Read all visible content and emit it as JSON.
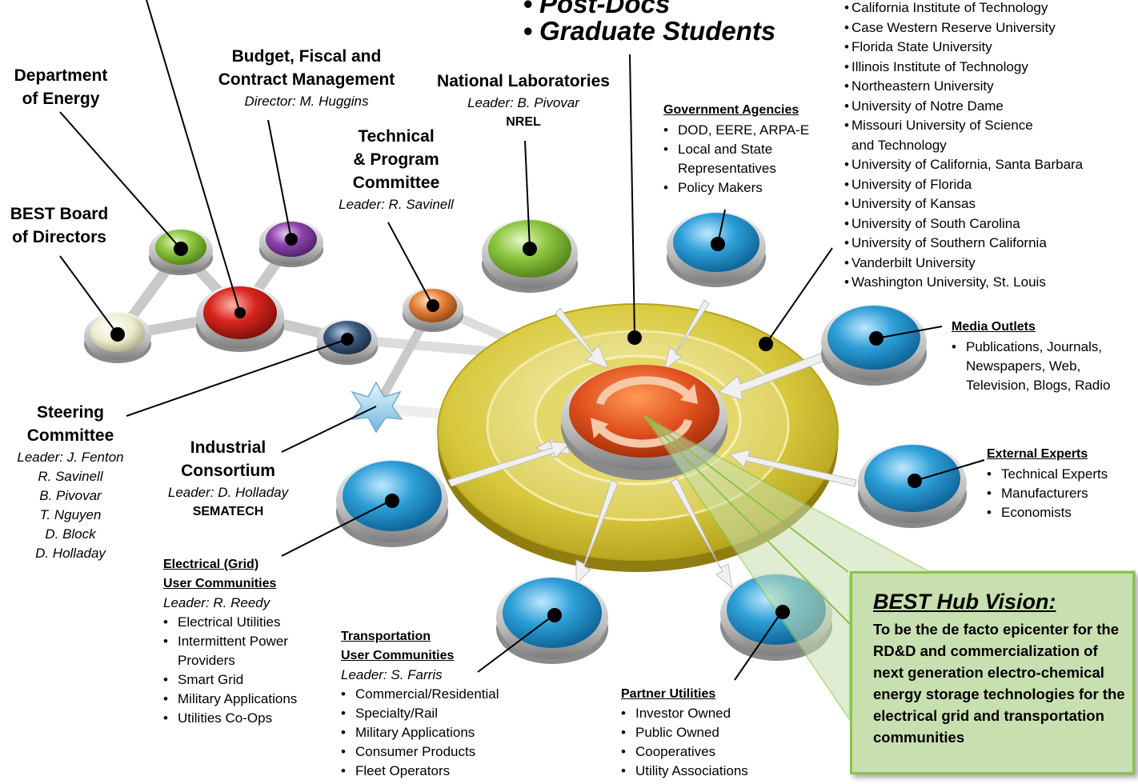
{
  "top_items": [
    "Post-Docs",
    "Graduate Students"
  ],
  "department": [
    "Department",
    "of Energy"
  ],
  "budget": {
    "title": [
      "Budget, Fiscal and",
      "Contract Management"
    ],
    "director": "Director: M. Huggins"
  },
  "national_labs": {
    "title": "National Laboratories",
    "leader": "Leader: B. Pivovar",
    "org": "NREL"
  },
  "technical": {
    "title": [
      "Technical",
      "& Program",
      "Committee"
    ],
    "leader": "Leader: R. Savinell"
  },
  "board": [
    "BEST Board",
    "of Directors"
  ],
  "steering": {
    "title": [
      "Steering",
      "Committee"
    ],
    "leaders": [
      "Leader: J. Fenton",
      "R. Savinell",
      "B. Pivovar",
      "T. Nguyen",
      "D. Block",
      "D. Holladay"
    ]
  },
  "industrial": {
    "title": [
      "Industrial",
      "Consortium"
    ],
    "leader": "Leader: D. Holladay",
    "org": "SEMATECH"
  },
  "electrical": {
    "title": [
      "Electrical (Grid)",
      "User Communities"
    ],
    "leader": "Leader: R. Reedy",
    "items": [
      "Electrical Utilities",
      "Intermittent Power",
      "Providers",
      "Smart Grid",
      "Military Applications",
      "Utilities Co-Ops"
    ]
  },
  "transportation": {
    "title": [
      "Transportation",
      "User Communities"
    ],
    "leader": "Leader: S. Farris",
    "items": [
      "Commercial/Residential",
      "Specialty/Rail",
      "Military Applications",
      "Consumer Products",
      "Fleet Operators"
    ]
  },
  "partner": {
    "title": "Partner Utilities",
    "items": [
      "Investor Owned",
      "Public Owned",
      "Cooperatives",
      "Utility Associations"
    ]
  },
  "government": {
    "title": "Government Agencies",
    "items": [
      "DOD,  EERE, ARPA-E",
      "Local and State",
      "Representatives",
      "Policy Makers"
    ]
  },
  "universities": [
    "California Institute of Technology",
    "Case Western Reserve University",
    "Florida State University",
    "Illinois Institute of Technology",
    "Northeastern University",
    "University of Notre Dame",
    "Missouri University of Science",
    "and Technology",
    "University of California, Santa Barbara",
    "University of Florida",
    "University of Kansas",
    "University of South Carolina",
    "University of Southern California",
    "Vanderbilt University",
    "Washington University, St. Louis"
  ],
  "media": {
    "title": "Media Outlets",
    "items": [
      "Publications, Journals,",
      "Newspapers, Web,",
      "Television, Blogs,  Radio"
    ]
  },
  "experts": {
    "title": "External Experts",
    "items": [
      "Technical Experts",
      "Manufacturers",
      "Economists"
    ]
  },
  "vision": {
    "title": "BEST Hub Vision:",
    "text": "To be the de facto epicenter for the RD&D and commercialization of next generation electro-chemical energy storage technologies for the electrical grid and transportation communities"
  },
  "colors": {
    "ring_outer": "#c8b62a",
    "ring_inner": "#e4d86a",
    "center": "#d24a1a",
    "blue_node": "#2e9fd8",
    "green_node": "#8cc63f",
    "purple_node": "#8e44ad",
    "red_node": "#d8261e",
    "orange_node": "#e8843a",
    "navy_node": "#3d5a80",
    "cream_node": "#ececcf",
    "vision_bg": "#c8dfb0",
    "vision_border": "#8bc34a"
  }
}
